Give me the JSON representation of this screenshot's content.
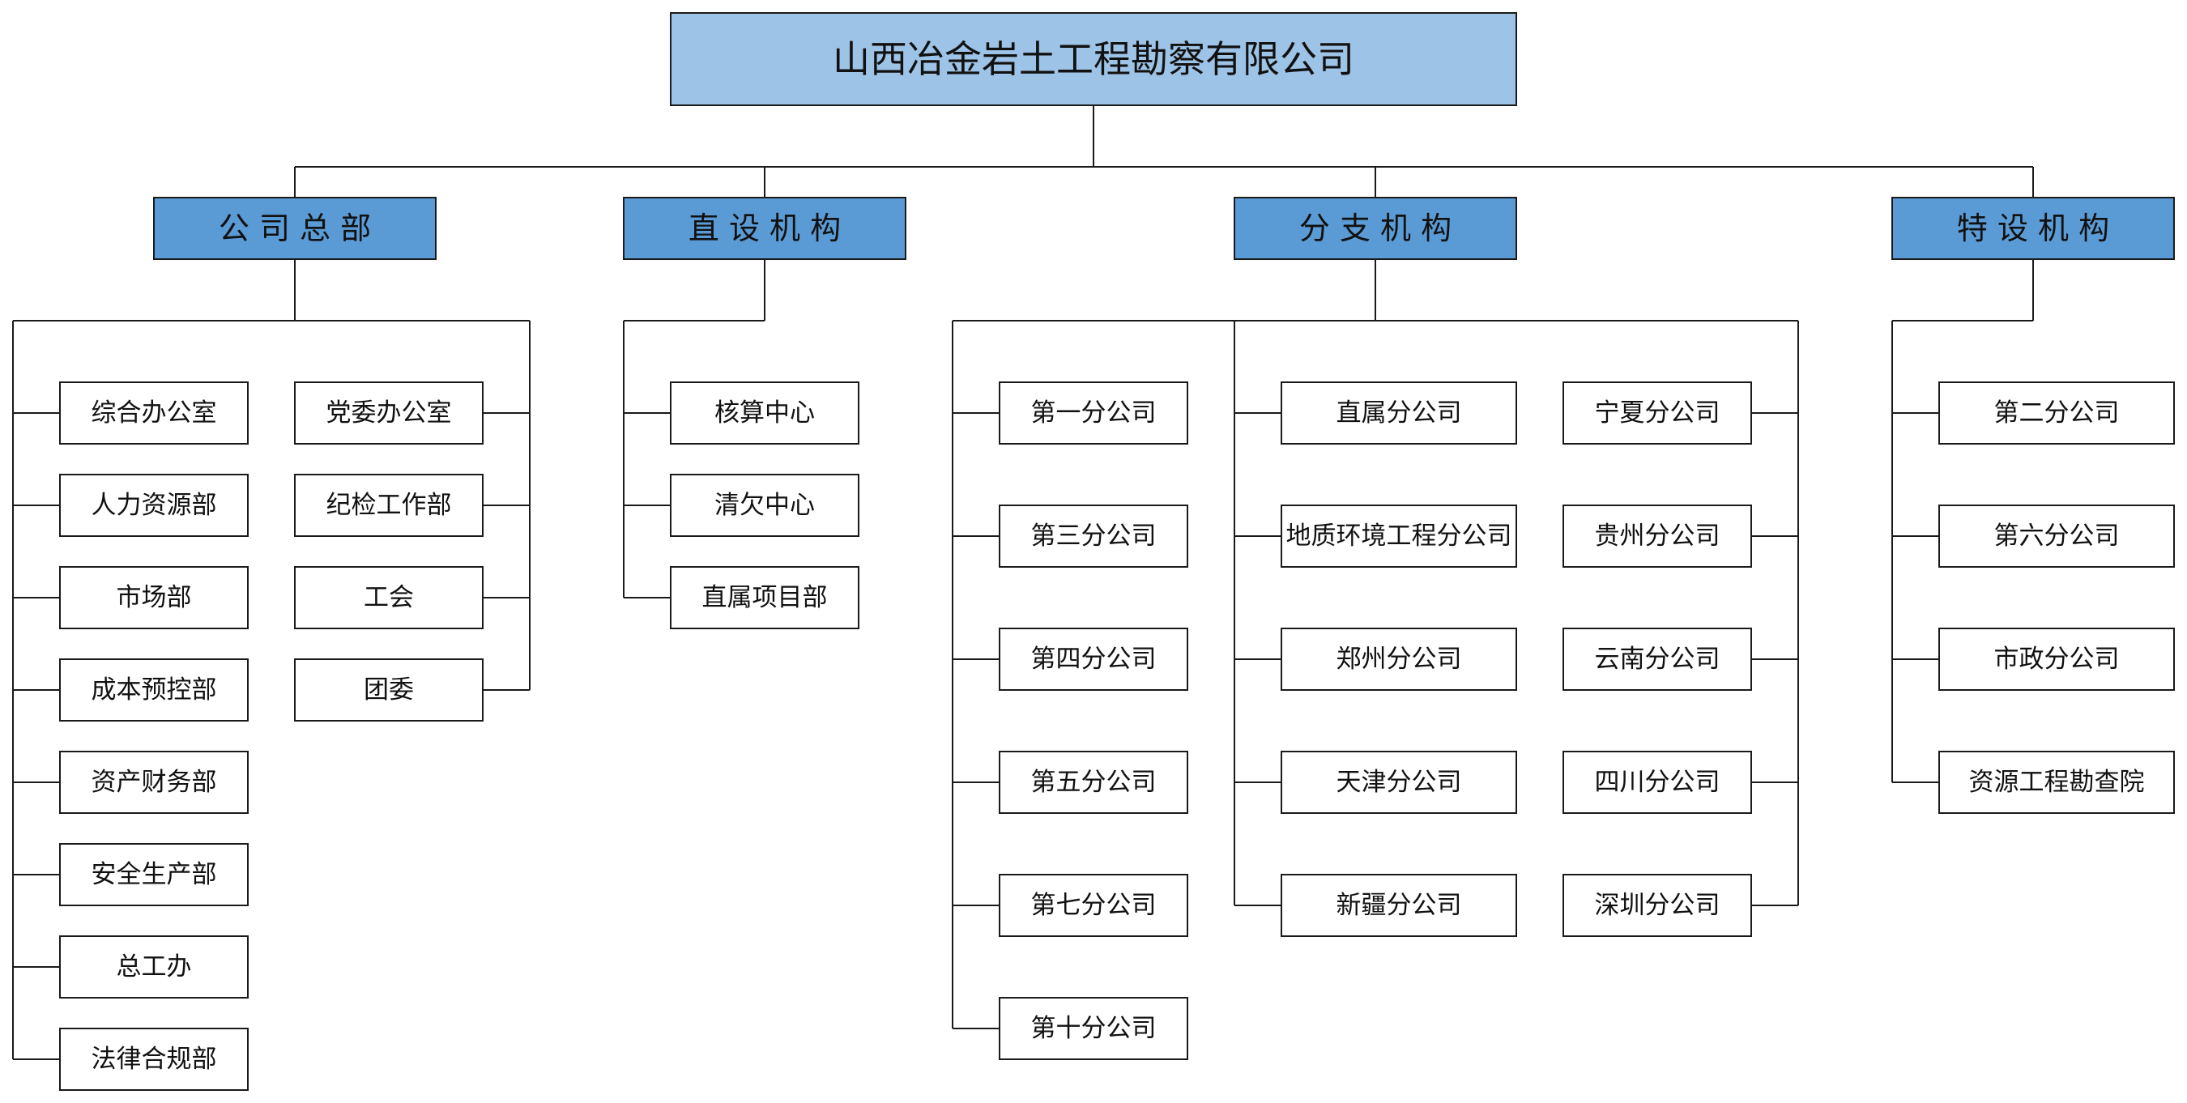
{
  "colors": {
    "root_fill": "#9DC3E6",
    "dept_fill": "#5B9BD5",
    "line": "#1a1a1a",
    "box_fill": "#ffffff"
  },
  "root": {
    "label": "山西冶金岩土工程勘察有限公司"
  },
  "departments": [
    {
      "id": "hq",
      "label": "公 司 总 部",
      "columns": [
        [
          "综合办公室",
          "人力资源部",
          "市场部",
          "成本预控部",
          "资产财务部",
          "安全生产部",
          "总工办",
          "法律合规部"
        ],
        [
          "党委办公室",
          "纪检工作部",
          "工会",
          "团委"
        ]
      ]
    },
    {
      "id": "direct",
      "label": "直 设 机 构",
      "columns": [
        [
          "核算中心",
          "清欠中心",
          "直属项目部"
        ]
      ]
    },
    {
      "id": "branch",
      "label": "分 支 机 构",
      "columns": [
        [
          "第一分公司",
          "第三分公司",
          "第四分公司",
          "第五分公司",
          "第七分公司",
          "第十分公司"
        ],
        [
          "直属分公司",
          "地质环境工程分公司",
          "郑州分公司",
          "天津分公司",
          "新疆分公司"
        ],
        [
          "宁夏分公司",
          "贵州分公司",
          "云南分公司",
          "四川分公司",
          "深圳分公司"
        ]
      ]
    },
    {
      "id": "special",
      "label": "特 设 机 构",
      "columns": [
        [
          "第二分公司",
          "第六分公司",
          "市政分公司",
          "资源工程勘查院"
        ]
      ]
    }
  ]
}
